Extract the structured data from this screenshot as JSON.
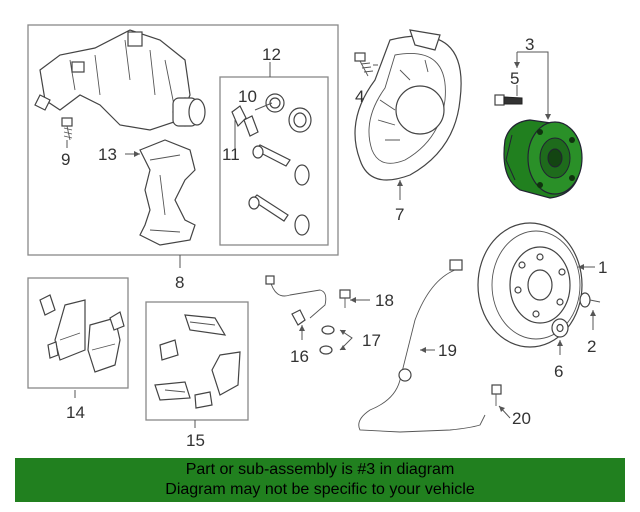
{
  "callouts": {
    "c1": "1",
    "c2": "2",
    "c3": "3",
    "c4": "4",
    "c5": "5",
    "c6": "6",
    "c7": "7",
    "c8": "8",
    "c9": "9",
    "c10": "10",
    "c11": "11",
    "c12": "12",
    "c13": "13",
    "c14": "14",
    "c15": "15",
    "c16": "16",
    "c17": "17",
    "c18": "18",
    "c19": "19",
    "c20": "20"
  },
  "highlight": {
    "part_number": "3",
    "color": "#21801f"
  },
  "banner": {
    "line1": "Part or sub-assembly is #3 in diagram",
    "line2": "Diagram may not be specific to your vehicle"
  }
}
